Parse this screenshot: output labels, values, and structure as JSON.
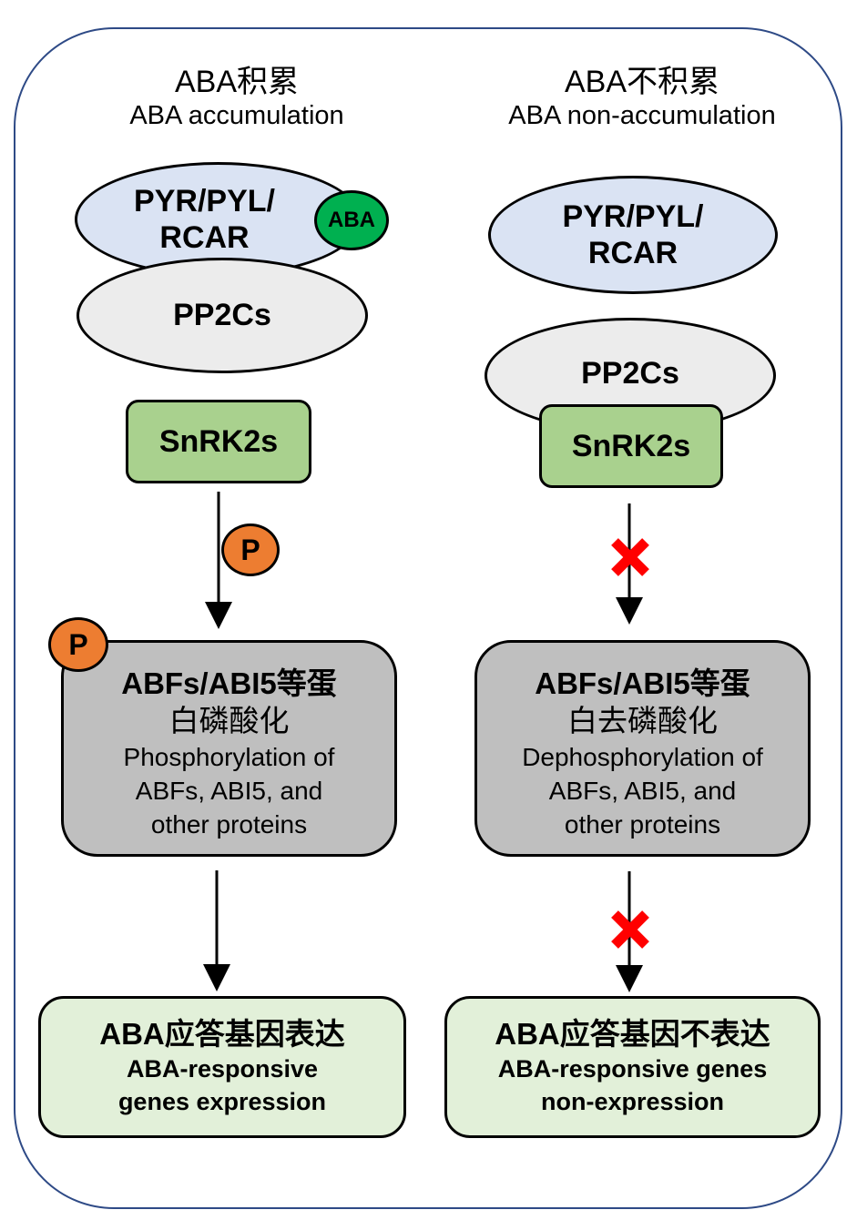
{
  "left": {
    "header_cn": "ABA积累",
    "header_en": "ABA accumulation",
    "receptor_line1": "PYR/PYL/",
    "receptor_line2": "RCAR",
    "aba_badge": "ABA",
    "phosphatase": "PP2Cs",
    "kinase": "SnRK2s",
    "phospho_badge": "P",
    "target_cn_line1": "ABFs/ABI5等蛋",
    "target_cn_line2": "白磷酸化",
    "target_en_line1": "Phosphorylation of",
    "target_en_line2": "ABFs, ABI5, and",
    "target_en_line3": "other proteins",
    "output_cn": "ABA应答基因表达",
    "output_en_line1": "ABA-responsive",
    "output_en_line2": "genes expression"
  },
  "right": {
    "header_cn": "ABA不积累",
    "header_en": "ABA non-accumulation",
    "receptor_line1": "PYR/PYL/",
    "receptor_line2": "RCAR",
    "phosphatase": "PP2Cs",
    "kinase": "SnRK2s",
    "target_cn_line1": "ABFs/ABI5等蛋",
    "target_cn_line2": "白去磷酸化",
    "target_en_line1": "Dephosphorylation of",
    "target_en_line2": "ABFs, ABI5, and",
    "target_en_line3": "other proteins",
    "output_cn": "ABA应答基因不表达",
    "output_en_line1": "ABA-responsive genes",
    "output_en_line2": "non-expression"
  },
  "colors": {
    "frame": "#2e4a86",
    "receptor": "#dae3f3",
    "aba": "#00b050",
    "phosphatase": "#ececec",
    "kinase": "#a9d18e",
    "target": "#bfbfbf",
    "output": "#e2f0d9",
    "phosphate": "#ed7d31",
    "block_mark": "#ff0000"
  }
}
